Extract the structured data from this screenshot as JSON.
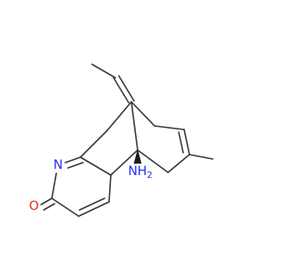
{
  "molecule": {
    "atoms": {
      "nitrogen": {
        "symbol": "N",
        "color": "#2a2ef0"
      },
      "oxygen": {
        "symbol": "O",
        "color": "#e8241a"
      },
      "amine": {
        "symbol": "NH",
        "subscript": "2",
        "color": "#2a2ef0"
      }
    },
    "bond_color": "#3a3a3a",
    "wedge_color": "#1a1a1a"
  }
}
